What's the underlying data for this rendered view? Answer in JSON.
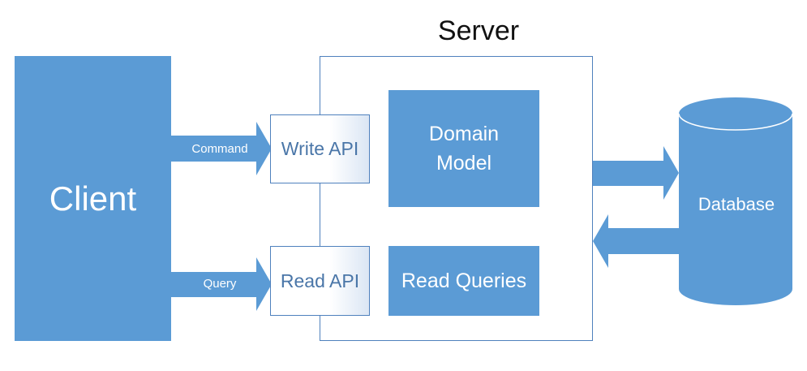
{
  "server": {
    "title": "Server"
  },
  "client": {
    "label": "Client"
  },
  "write_api": {
    "label": "Write API"
  },
  "read_api": {
    "label": "Read API"
  },
  "domain_model": {
    "line1": "Domain",
    "line2": "Model"
  },
  "read_queries": {
    "label": "Read Queries"
  },
  "arrows": {
    "command": "Command",
    "query": "Query"
  },
  "database": {
    "label": "Database"
  },
  "colors": {
    "fill": "#5b9bd5",
    "border": "#4f81bd",
    "api_text": "#4a76a8"
  }
}
